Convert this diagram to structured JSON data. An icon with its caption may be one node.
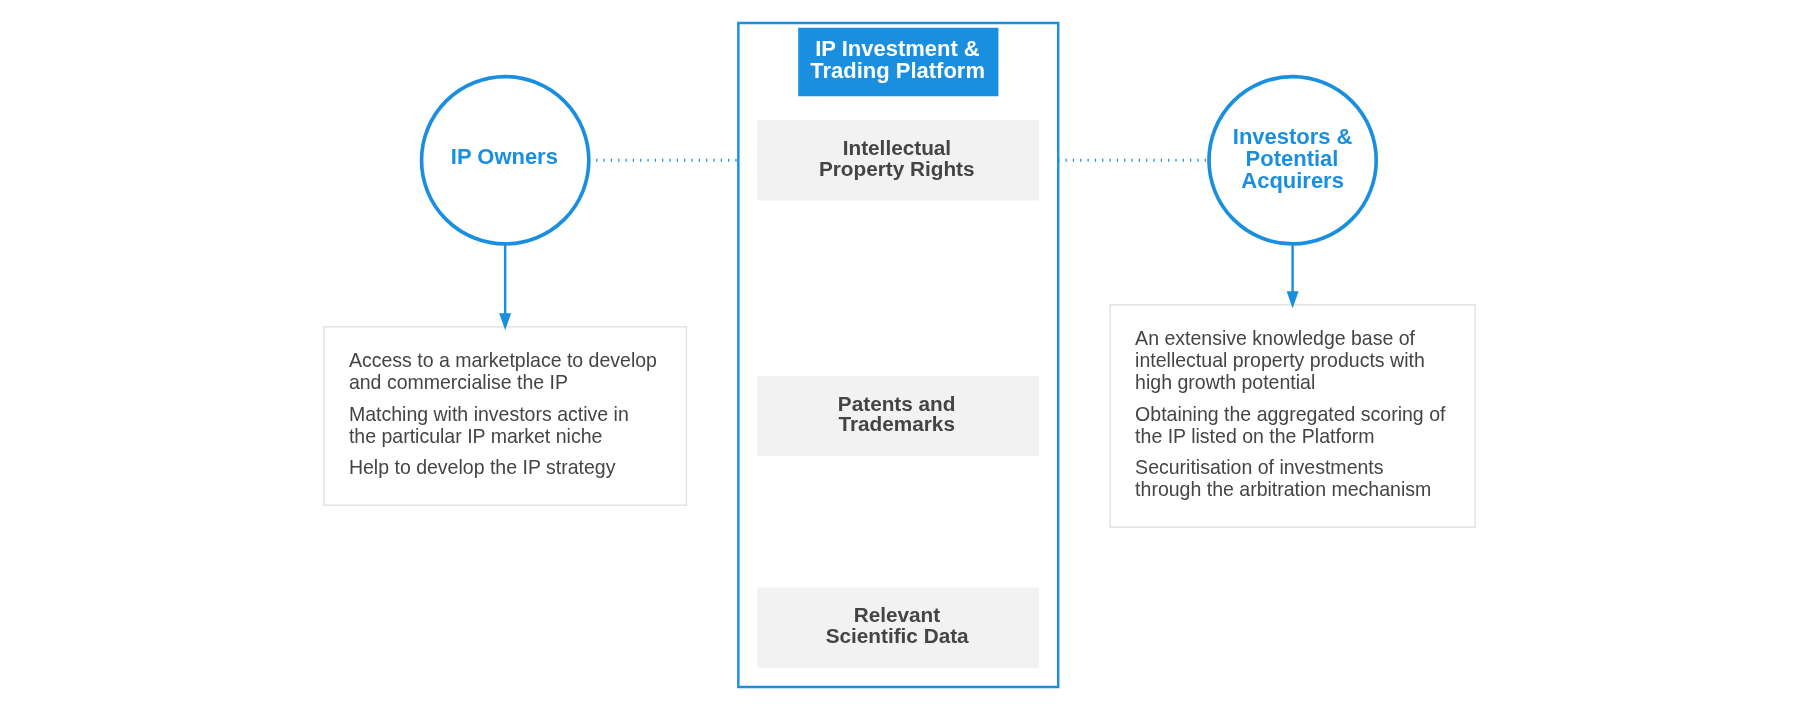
{
  "diagram": {
    "nodes": [
      {
        "text": [
          "IP Owners"
        ]
      },
      {
        "text": [
          "IP Investment & Trading Platform"
        ]
      },
      {
        "text": [
          "Intellectual Property Rights"
        ],
        "in": 1
      },
      {
        "text": [
          "Patents and Trademarks"
        ],
        "in": 1
      },
      {
        "text": [
          "Relevant Scientific Data"
        ],
        "in": 1
      },
      {
        "text": [
          "Investors & Potential Acquirers"
        ]
      },
      {
        "text": [
          "Access to a marketplace to develop and commercialise the IP",
          "Matching with investors active in the particular IP market niche",
          "Help to develop the IP strategy"
        ]
      },
      {
        "text": [
          "An extensive knowledge base of intellectual property products with high growth potential",
          "Obtaining the aggregated scoring of the IP listed on the Platform",
          "Securitisation of investments through the arbitration mechanism"
        ]
      }
    ],
    "edges": [
      {
        "from": 0,
        "to": 1,
        "arrow": "none",
        "style": "dashed"
      },
      {
        "from": 1,
        "to": 5,
        "arrow": "none",
        "style": "dashed"
      },
      {
        "from": 0,
        "to": 6,
        "arrow": "to"
      },
      {
        "from": 5,
        "to": 7,
        "arrow": "to"
      }
    ]
  }
}
